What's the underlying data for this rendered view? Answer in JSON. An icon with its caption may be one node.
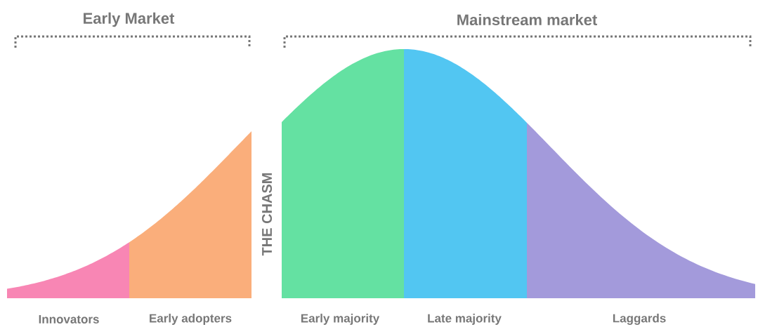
{
  "diagram": {
    "nodes": [
      {
        "text": [
          "Innovators"
        ]
      },
      {
        "text": [
          "Early adopters"
        ]
      },
      {
        "text": [
          "Early majority"
        ]
      },
      {
        "text": [
          "Late majority"
        ]
      },
      {
        "text": [
          "Laggards"
        ]
      }
    ],
    "labels": [
      "Early Market",
      "Mainstream market",
      "THE CHASM"
    ]
  }
}
